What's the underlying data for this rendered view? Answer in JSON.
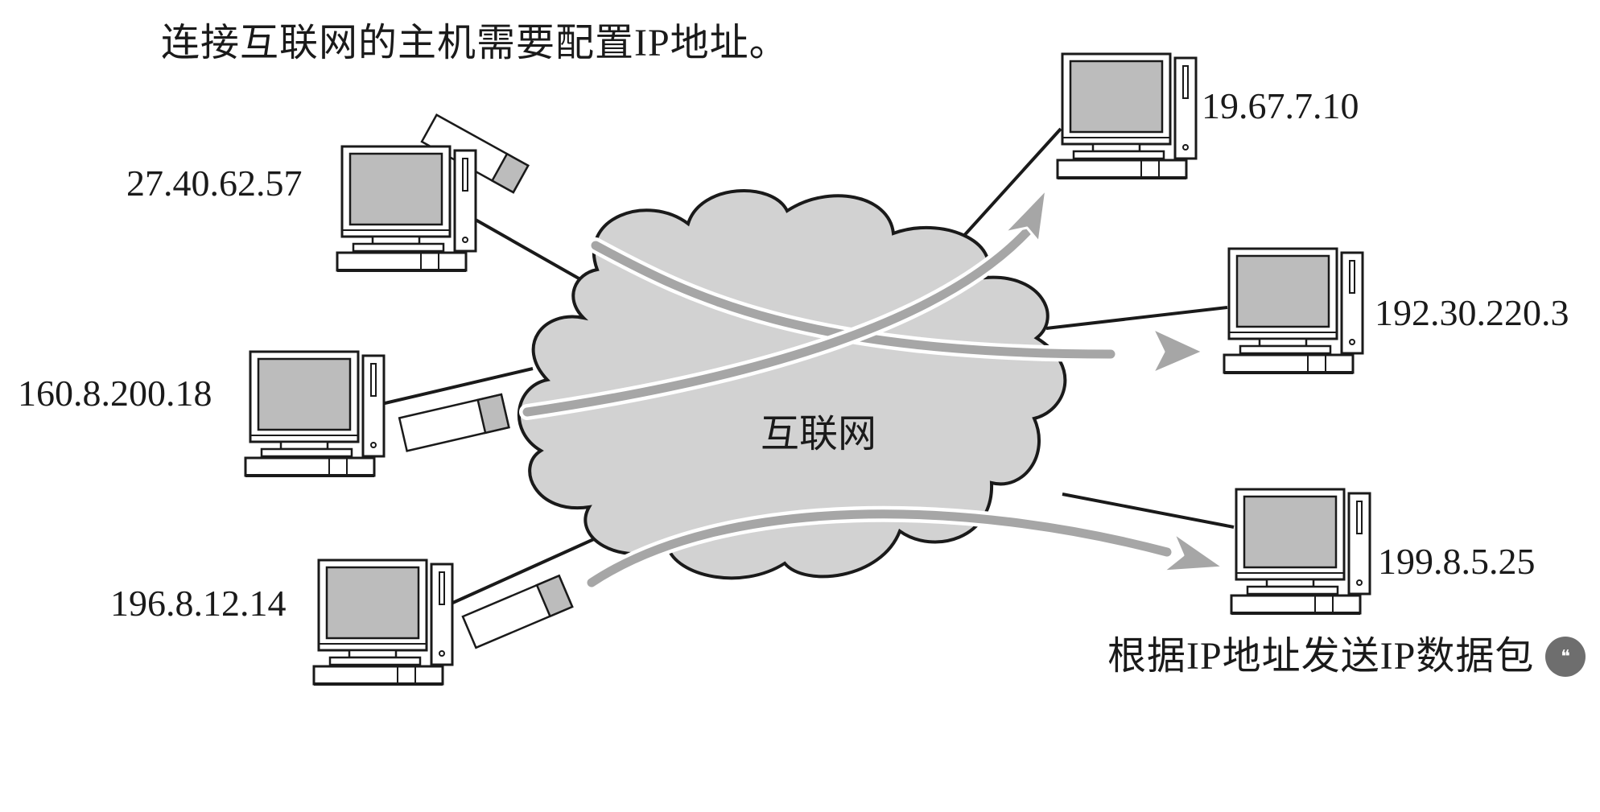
{
  "diagram": {
    "top_caption": "连接互联网的主机需要配置IP地址。",
    "bottom_caption": "根据IP地址发送IP数据包",
    "cloud_label": "互联网",
    "hosts": [
      {
        "id": "host-1",
        "ip": "27.40.62.57"
      },
      {
        "id": "host-2",
        "ip": "160.8.200.18"
      },
      {
        "id": "host-3",
        "ip": "196.8.12.14"
      },
      {
        "id": "host-4",
        "ip": "19.67.7.10"
      },
      {
        "id": "host-5",
        "ip": "192.30.220.3"
      },
      {
        "id": "host-6",
        "ip": "199.8.5.25"
      }
    ],
    "badge_icon": "quote-icon",
    "colors": {
      "cloud": "#d2d2d2",
      "arrow": "#a6a6a6",
      "line": "#1a1a1a",
      "screen": "#bcbcbc"
    }
  }
}
